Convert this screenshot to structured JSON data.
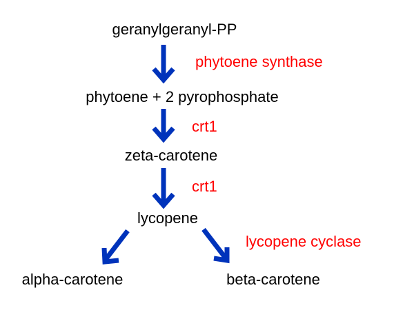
{
  "compounds": {
    "ggpp": "geranylgeranyl-PP",
    "phytoene": "phytoene + 2 pyrophosphate",
    "zeta": "zeta-carotene",
    "lycopene": "lycopene",
    "alpha": "alpha-carotene",
    "beta": "beta-carotene"
  },
  "enzymes": {
    "phytoene_synthase": "phytoene synthase",
    "crt1_a": "crt1",
    "crt1_b": "crt1",
    "lycopene_cyclase": "lycopene cyclase"
  },
  "colors": {
    "arrow": "#0033bb",
    "enzyme": "#ff0000",
    "compound": "#000000"
  }
}
